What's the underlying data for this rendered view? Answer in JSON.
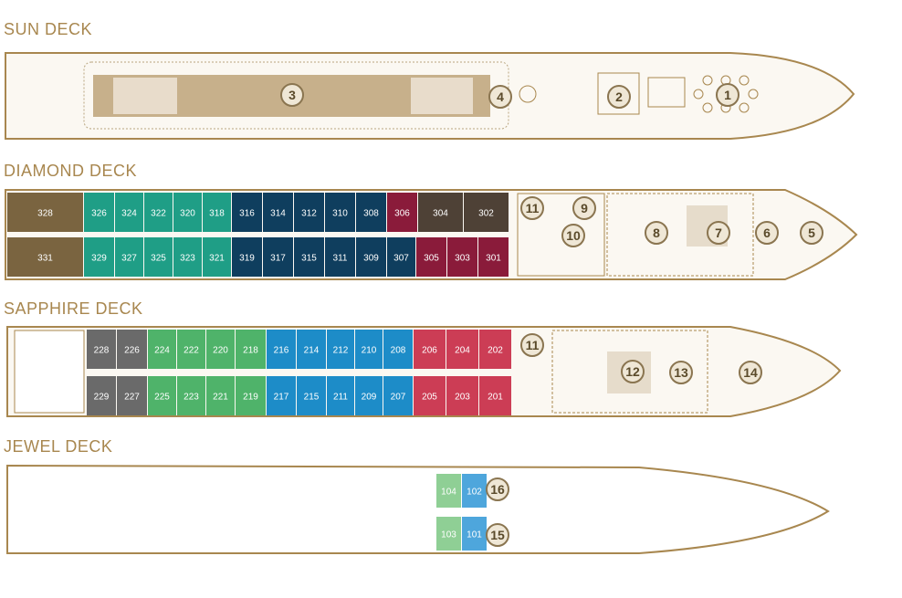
{
  "decks": {
    "sun": {
      "title": "SUN DECK"
    },
    "diamond": {
      "title": "DIAMOND DECK"
    },
    "sapphire": {
      "title": "SAPPHIRE DECK"
    },
    "jewel": {
      "title": "JEWEL DECK"
    }
  },
  "colors": {
    "hull_outline": "#a8874f",
    "deck_fill": "#fbf8f2",
    "brown": "#7a6440",
    "dark_brown": "#4e4136",
    "teal": "#1f9e86",
    "navy": "#0f3e5e",
    "maroon": "#8a1b3a",
    "gray": "#6a6a6a",
    "green": "#4fb36a",
    "blue": "#1d8cc8",
    "red": "#cc3d55",
    "light_green": "#8fcf95",
    "light_blue": "#4ea6dc",
    "marker_fill": "#efe7d6",
    "marker_stroke": "#8a7550"
  },
  "cabins": {
    "diamond_top": [
      {
        "n": "328",
        "c": "brown"
      },
      {
        "n": "326",
        "c": "teal"
      },
      {
        "n": "324",
        "c": "teal"
      },
      {
        "n": "322",
        "c": "teal"
      },
      {
        "n": "320",
        "c": "teal"
      },
      {
        "n": "318",
        "c": "teal"
      },
      {
        "n": "316",
        "c": "navy"
      },
      {
        "n": "314",
        "c": "navy"
      },
      {
        "n": "312",
        "c": "navy"
      },
      {
        "n": "310",
        "c": "navy"
      },
      {
        "n": "308",
        "c": "navy"
      },
      {
        "n": "306",
        "c": "maroon"
      },
      {
        "n": "304",
        "c": "dark_brown"
      },
      {
        "n": "302",
        "c": "dark_brown"
      }
    ],
    "diamond_bottom": [
      {
        "n": "331",
        "c": "brown"
      },
      {
        "n": "329",
        "c": "teal"
      },
      {
        "n": "327",
        "c": "teal"
      },
      {
        "n": "325",
        "c": "teal"
      },
      {
        "n": "323",
        "c": "teal"
      },
      {
        "n": "321",
        "c": "teal"
      },
      {
        "n": "319",
        "c": "navy"
      },
      {
        "n": "317",
        "c": "navy"
      },
      {
        "n": "315",
        "c": "navy"
      },
      {
        "n": "311",
        "c": "navy"
      },
      {
        "n": "309",
        "c": "navy"
      },
      {
        "n": "307",
        "c": "navy"
      },
      {
        "n": "305",
        "c": "maroon"
      },
      {
        "n": "303",
        "c": "maroon"
      },
      {
        "n": "301",
        "c": "maroon"
      }
    ],
    "sapphire_top": [
      {
        "n": "228",
        "c": "gray"
      },
      {
        "n": "226",
        "c": "gray"
      },
      {
        "n": "224",
        "c": "green"
      },
      {
        "n": "222",
        "c": "green"
      },
      {
        "n": "220",
        "c": "green"
      },
      {
        "n": "218",
        "c": "green"
      },
      {
        "n": "216",
        "c": "blue"
      },
      {
        "n": "214",
        "c": "blue"
      },
      {
        "n": "212",
        "c": "blue"
      },
      {
        "n": "210",
        "c": "blue"
      },
      {
        "n": "208",
        "c": "blue"
      },
      {
        "n": "206",
        "c": "red"
      },
      {
        "n": "204",
        "c": "red"
      },
      {
        "n": "202",
        "c": "red"
      }
    ],
    "sapphire_bottom": [
      {
        "n": "229",
        "c": "gray"
      },
      {
        "n": "227",
        "c": "gray"
      },
      {
        "n": "225",
        "c": "green"
      },
      {
        "n": "223",
        "c": "green"
      },
      {
        "n": "221",
        "c": "green"
      },
      {
        "n": "219",
        "c": "green"
      },
      {
        "n": "217",
        "c": "blue"
      },
      {
        "n": "215",
        "c": "blue"
      },
      {
        "n": "211",
        "c": "blue"
      },
      {
        "n": "209",
        "c": "blue"
      },
      {
        "n": "207",
        "c": "blue"
      },
      {
        "n": "205",
        "c": "red"
      },
      {
        "n": "203",
        "c": "red"
      },
      {
        "n": "201",
        "c": "red"
      }
    ],
    "jewel_top": [
      {
        "n": "104",
        "c": "light_green"
      },
      {
        "n": "102",
        "c": "light_blue"
      }
    ],
    "jewel_bottom": [
      {
        "n": "103",
        "c": "light_green"
      },
      {
        "n": "101",
        "c": "light_blue"
      }
    ]
  },
  "markers": [
    "1",
    "2",
    "3",
    "4",
    "5",
    "6",
    "7",
    "8",
    "9",
    "10",
    "11",
    "11",
    "12",
    "13",
    "14",
    "15",
    "16"
  ]
}
